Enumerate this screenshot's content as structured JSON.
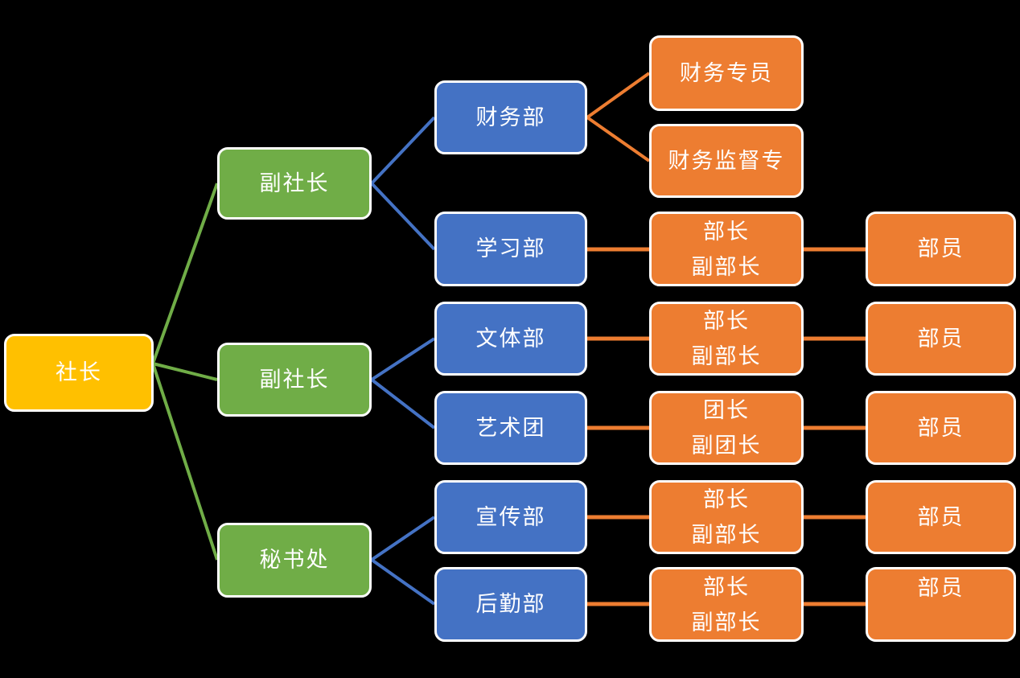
{
  "colors": {
    "background": "#000000",
    "president_fill": "#FFC000",
    "vice_fill": "#70AD47",
    "department_fill": "#4472C4",
    "role_fill": "#ED7D31",
    "node_border": "#FFFFFF",
    "text": "#FFFFFF",
    "edge_green": "#70AD47",
    "edge_blue": "#4472C4",
    "edge_orange": "#ED7D31"
  },
  "nodes": {
    "president": {
      "label": "社长"
    },
    "vice_president_1": {
      "label": "副社长"
    },
    "vice_president_2": {
      "label": "副社长"
    },
    "secretariat": {
      "label": "秘书处"
    },
    "finance_dept": {
      "label": "财务部"
    },
    "study_dept": {
      "label": "学习部"
    },
    "culture_sports_dept": {
      "label": "文体部"
    },
    "art_troupe": {
      "label": "艺术团"
    },
    "publicity_dept": {
      "label": "宣传部"
    },
    "logistics_dept": {
      "label": "后勤部"
    },
    "finance_specialist": {
      "label": "财务专员"
    },
    "finance_supervisor": {
      "label": "财务监督专"
    },
    "study_dept_heads": {
      "line1": "部长",
      "line2": "副部长"
    },
    "culture_sports_heads": {
      "line1": "部长",
      "line2": "副部长"
    },
    "art_troupe_heads": {
      "line1": "团长",
      "line2": "副团长"
    },
    "publicity_heads": {
      "line1": "部长",
      "line2": "副部长"
    },
    "logistics_heads": {
      "line1": "部长",
      "line2": "副部长"
    },
    "study_members": {
      "label": "部员"
    },
    "culture_sports_members": {
      "label": "部员"
    },
    "art_troupe_members": {
      "label": "部员"
    },
    "publicity_members": {
      "label": "部员"
    },
    "logistics_members": {
      "label": "部员"
    }
  }
}
